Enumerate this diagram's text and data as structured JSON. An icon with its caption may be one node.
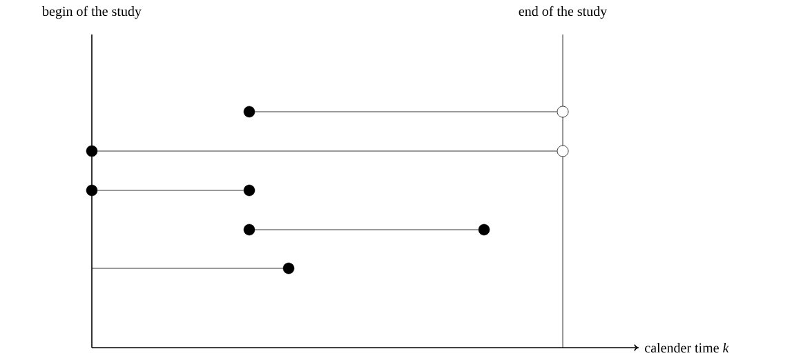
{
  "diagram": {
    "nodes": [
      {
        "text": [],
        "shape": "dot"
      },
      {
        "text": [],
        "shape": "circle"
      },
      {
        "text": [],
        "shape": "dot"
      },
      {
        "text": [],
        "shape": "circle"
      },
      {
        "text": [],
        "shape": "dot"
      },
      {
        "text": [],
        "shape": "dot"
      },
      {
        "text": [],
        "shape": "dot"
      },
      {
        "text": [],
        "shape": "dot"
      },
      {
        "text": [],
        "shape": "dot"
      }
    ],
    "edges": [
      {
        "from": 0,
        "to": 1,
        "arrow": "none"
      },
      {
        "from": 2,
        "to": 3,
        "arrow": "none"
      },
      {
        "from": 4,
        "to": 5,
        "arrow": "none"
      },
      {
        "from": 6,
        "to": 7,
        "arrow": "none"
      },
      {
        "from": null,
        "to": 8,
        "arrow": "none"
      }
    ],
    "labels": [
      "begin of the study",
      "end of the study",
      "calender time *k*"
    ]
  }
}
